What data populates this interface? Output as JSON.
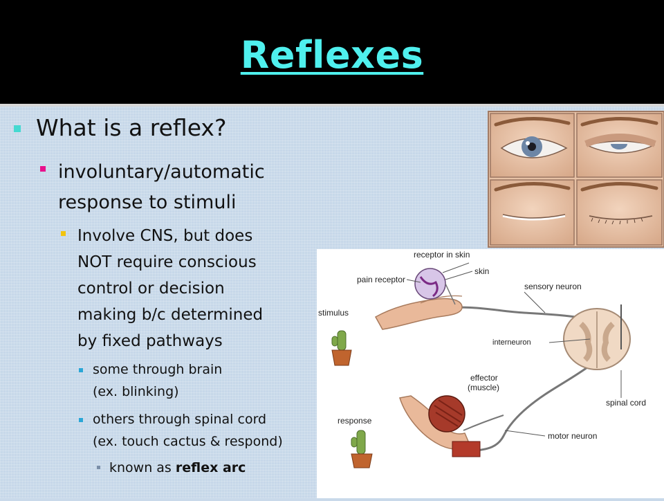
{
  "slide": {
    "title": "Reflexes",
    "bullets": {
      "level1": "What is a reflex?",
      "level2_line1": "involuntary/automatic",
      "level2_line2": "response to stimuli",
      "level3_lines": [
        "Involve CNS, but does",
        "NOT require conscious",
        "control or decision",
        "making b/c determined",
        "by fixed pathways"
      ],
      "brain_line1": "some through brain",
      "brain_line2": "(ex. blinking)",
      "spinal_line1": "others through spinal cord",
      "spinal_line2": "(ex. touch cactus & respond)",
      "known_prefix": "known as ",
      "known_bold": "reflex arc"
    }
  },
  "diagram": {
    "labels": {
      "receptor_in_skin": "receptor in skin",
      "skin": "skin",
      "pain_receptor": "pain receptor",
      "sensory_neuron": "sensory neuron",
      "stimulus": "stimulus",
      "interneuron": "interneuron",
      "effector_line1": "effector",
      "effector_line2": "(muscle)",
      "spinal_cord": "spinal cord",
      "response": "response",
      "motor_neuron": "motor neuron"
    }
  },
  "colors": {
    "title": "#4ff0ee",
    "bullet_level1": "#45d9d1",
    "bullet_level2": "#e8108c",
    "bullet_level3": "#f2c40f",
    "bullet_level4": "#2aa6d6"
  }
}
